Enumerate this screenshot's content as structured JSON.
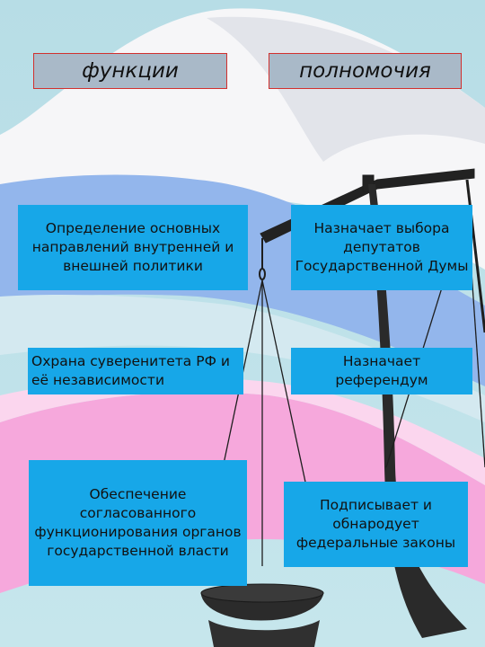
{
  "colors": {
    "header_bg": "#a9b9c8",
    "header_border": "#d2302e",
    "box_bg": "#17a7e8",
    "flag_white": "#f4f4f6",
    "flag_blue": "#8fb4ec",
    "flag_pink": "#f6a8dc",
    "sky": "#b8dfe6"
  },
  "headers": {
    "functions": "функции",
    "powers": "полномочия"
  },
  "functions": [
    "Определение основных направлений внутренней и внешней политики",
    "Охрана суверенитета РФ и её независимости",
    "Обеспечение согласованного функционирования органов государственной власти"
  ],
  "powers": [
    "Назначает выбора депутатов Государственной Думы",
    "Назначает референдум",
    "Подписывает и обнародует федеральные законы"
  ],
  "background": {
    "image": "russian-flag-with-scales",
    "icons": [
      "scales-icon"
    ]
  }
}
